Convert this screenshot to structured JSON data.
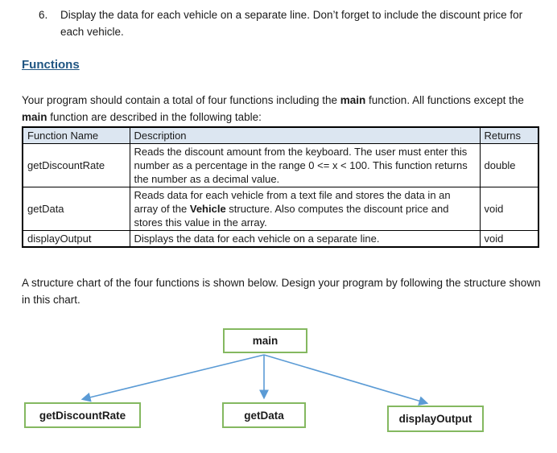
{
  "colors": {
    "heading_blue": "#1f5582",
    "table_header_bg": "#dce6f1",
    "box_border_green": "#84b860",
    "arrow_blue": "#5b9bd5"
  },
  "list_item": {
    "number": "6.",
    "text": "Display the data for each vehicle on a separate line. Don’t forget to include the discount price for each vehicle."
  },
  "heading": {
    "label": "Functions"
  },
  "intro_paragraph": {
    "part1": "Your program should contain a total of four functions including the ",
    "bold1": "main",
    "part2": " function. All functions except the ",
    "bold2": "main",
    "part3": " function are described in the following table:"
  },
  "functions_table": {
    "headers": {
      "function_name": "Function Name",
      "description": "Description",
      "returns": "Returns"
    },
    "rows": [
      {
        "name": "getDiscountRate",
        "description": "Reads the discount amount from the keyboard. The user must enter this number as a percentage in the range 0 <= x < 100. This function returns the number as a decimal value.",
        "returns": "double"
      },
      {
        "name": "getData",
        "description_part1": "Reads data for each vehicle from a text file and stores the data in an array of the ",
        "description_bold": "Vehicle",
        "description_part2": " structure. Also computes the discount price and stores this value in the array.",
        "returns": "void"
      },
      {
        "name": "displayOutput",
        "description": "Displays the data for each vehicle on a separate line.",
        "returns": "void"
      }
    ]
  },
  "structure_paragraph": "A structure chart of the four functions is shown below. Design your program by following the structure shown in this chart.",
  "structure_chart": {
    "root": {
      "label": "main"
    },
    "children": [
      {
        "label": "getDiscountRate"
      },
      {
        "label": "getData"
      },
      {
        "label": "displayOutput"
      }
    ],
    "edges": [
      {
        "from": "main",
        "to": "getDiscountRate"
      },
      {
        "from": "main",
        "to": "getData"
      },
      {
        "from": "main",
        "to": "displayOutput"
      }
    ]
  }
}
